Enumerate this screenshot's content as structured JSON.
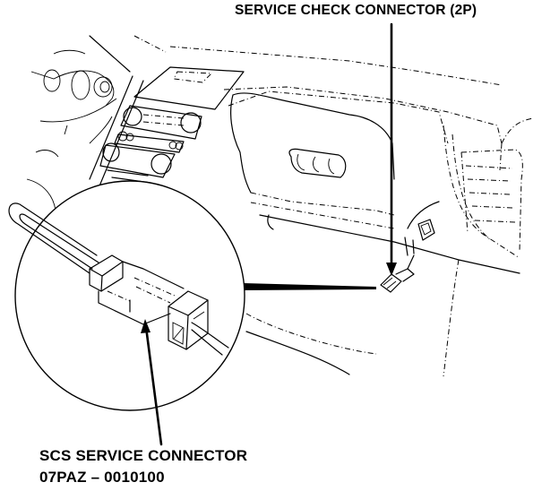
{
  "figure": {
    "callouts": {
      "service_check_connector": {
        "label": "SERVICE CHECK CONNECTOR (2P)"
      },
      "scs_service_connector": {
        "label_line1": "SCS SERVICE CONNECTOR",
        "label_line2": "07PAZ – 0010100"
      }
    },
    "colors": {
      "ink": "#000000",
      "background": "#ffffff"
    }
  }
}
